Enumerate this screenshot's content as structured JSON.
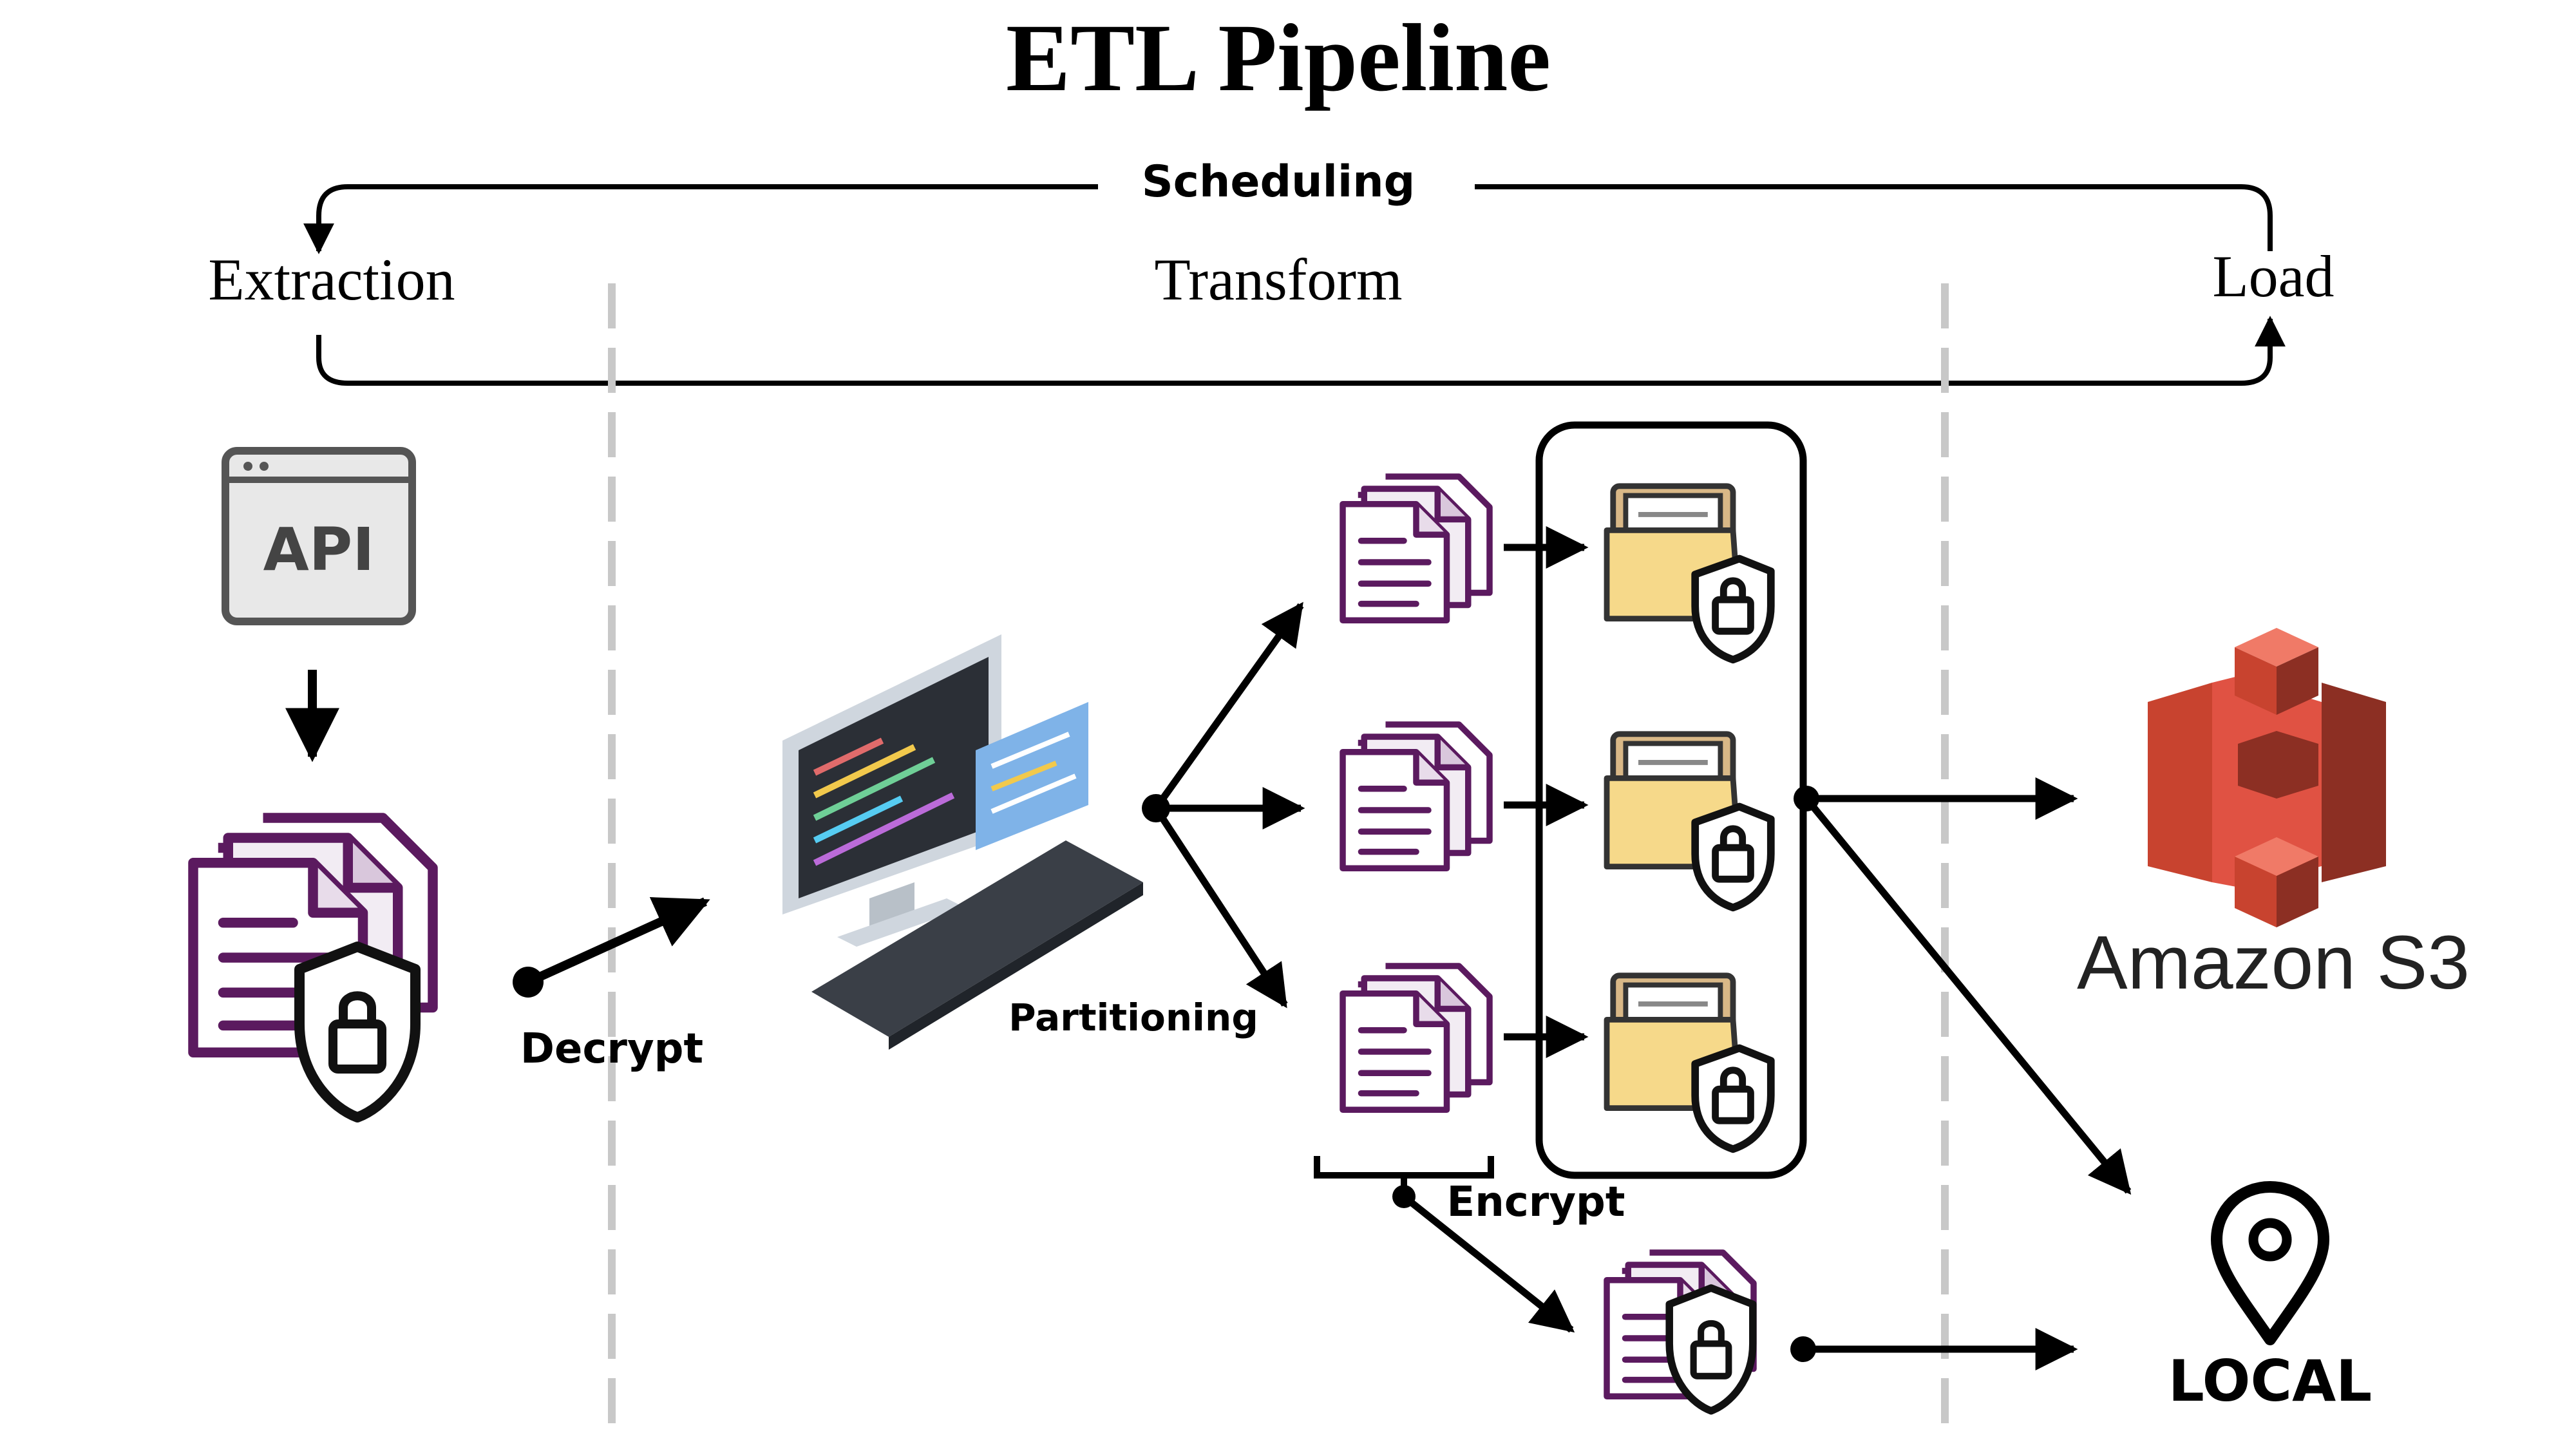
{
  "title": "ETL Pipeline",
  "scheduling_label": "Scheduling",
  "stages": {
    "extraction": "Extraction",
    "transform": "Transform",
    "load": "Load"
  },
  "api_label": "API",
  "labels": {
    "decrypt": "Decrypt",
    "partitioning": "Partitioning",
    "encrypt": "Encrypt"
  },
  "destinations": {
    "s3": "Amazon S3",
    "local": "LOCAL"
  },
  "colors": {
    "purple": "#5b1a5f",
    "folder": "#f6d98a",
    "s3_red": "#e05243",
    "line": "#000000",
    "divider": "#c8c8c8"
  },
  "icons": [
    "api-window-icon",
    "encrypted-file-icon",
    "computer-icon",
    "file-icon",
    "encrypted-folder-icon",
    "amazon-s3-icon",
    "location-pin-icon"
  ]
}
